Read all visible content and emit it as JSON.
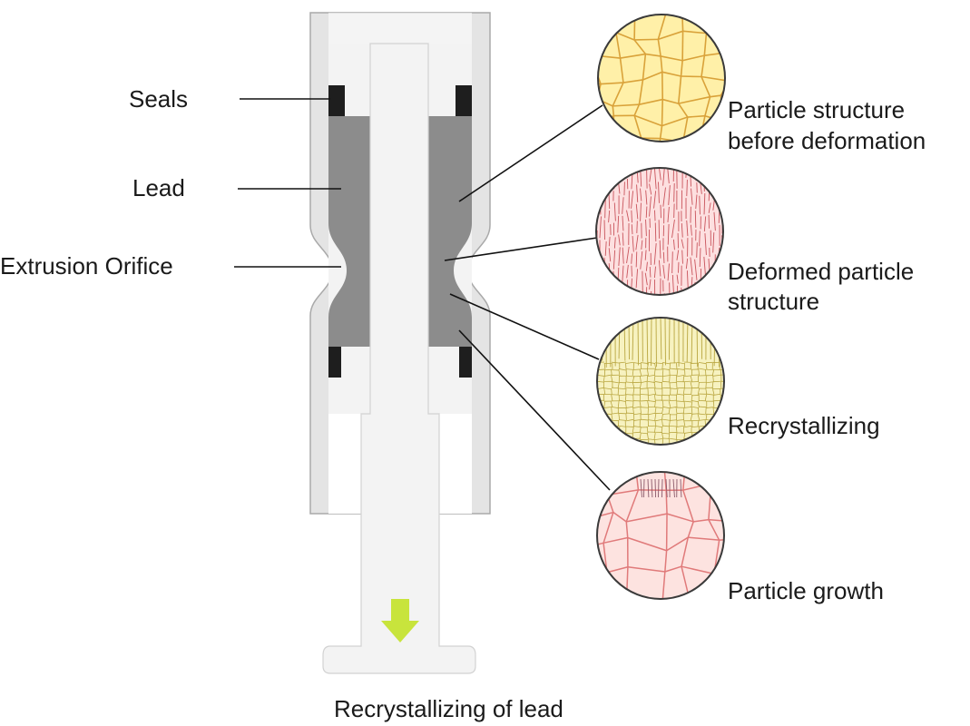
{
  "labels": {
    "seals": "Seals",
    "lead": "Lead",
    "orifice": "Extrusion Orifice",
    "caption": "Recrystallizing of lead"
  },
  "stages": [
    {
      "line1": "Particle structure",
      "line2": "before deformation"
    },
    {
      "line1": "Deformed particle",
      "line2": "structure"
    },
    {
      "line1": "Recrystallizing",
      "line2": ""
    },
    {
      "line1": "Particle growth",
      "line2": ""
    }
  ],
  "colors": {
    "housing": "#e4e4e4",
    "housing_edge": "#a9a9a9",
    "lead": "#8c8c8c",
    "seal": "#1e1e1e",
    "shaft": "#f3f3f3",
    "arrow": "#c8e43c",
    "stage1_fill": "#fff0a8",
    "stage1_line": "#d9a23a",
    "stage2_fill": "#fde0e0",
    "stage2_line": "#c9545c",
    "stage3_fill": "#f7f2c0",
    "stage3_line": "#b9a640",
    "stage4_fill": "#fde3e0",
    "stage4_line": "#e07a7a"
  }
}
